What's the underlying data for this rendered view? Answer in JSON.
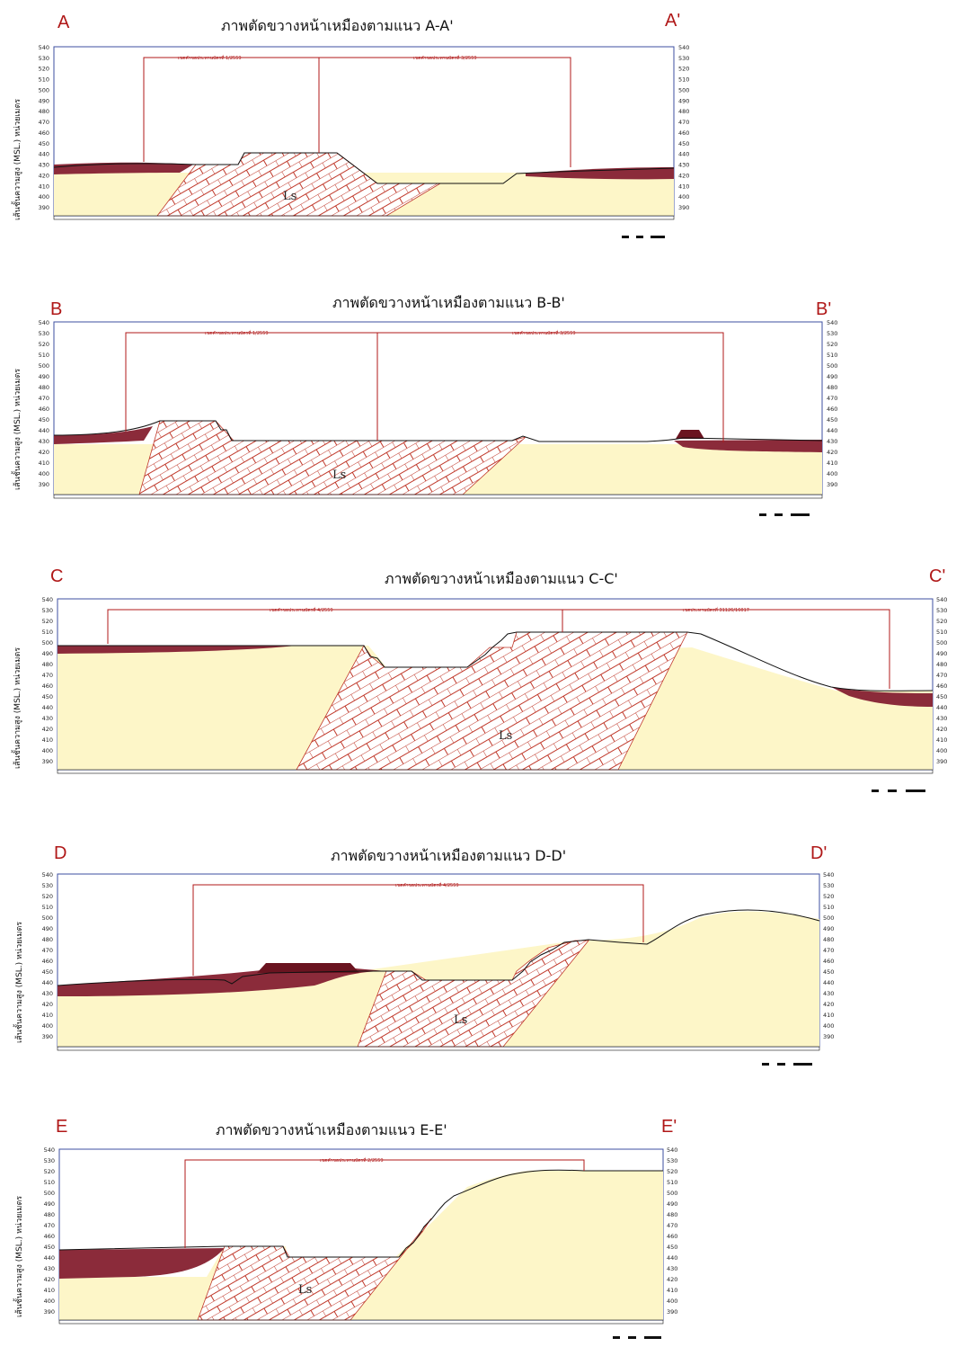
{
  "sections": [
    {
      "id": "A",
      "title": "ภาพตัดขวางหน้าเหมืองตามแนว A-A'",
      "start": "A",
      "end": "A'",
      "ylabel": "เส้นชั้นความสูง (MSL.) หน่วยเมตร",
      "ls": "Ls",
      "concessions": [
        "เขตคำขอประทานบัตรที่ 1/2559",
        "เขตคำขอประทานบัตรที่ 3/2559"
      ]
    },
    {
      "id": "B",
      "title": "ภาพตัดขวางหน้าเหมืองตามแนว B-B'",
      "start": "B",
      "end": "B'",
      "ylabel": "เส้นชั้นความสูง (MSL.) หน่วยเมตร",
      "ls": "Ls",
      "concessions": [
        "เขตคำขอประทานบัตรที่ 1/2559",
        "เขตคำขอประทานบัตรที่ 3/2559"
      ]
    },
    {
      "id": "C",
      "title": "ภาพตัดขวางหน้าเหมืองตามแนว C-C'",
      "start": "C",
      "end": "C'",
      "ylabel": "เส้นชั้นความสูง (MSL.) หน่วยเมตร",
      "ls": "Ls",
      "concessions": [
        "เขตคำขอประทานบัตรที่ 4/2559",
        "เขตประทานบัตรที่ 31126/16017"
      ]
    },
    {
      "id": "D",
      "title": "ภาพตัดขวางหน้าเหมืองตามแนว D-D'",
      "start": "D",
      "end": "D'",
      "ylabel": "เส้นชั้นความสูง (MSL.) หน่วยเมตร",
      "ls": "Ls",
      "concessions": [
        "เขตคำขอประทานบัตรที่ 4/2559"
      ]
    },
    {
      "id": "E",
      "title": "ภาพตัดขวางหน้าเหมืองตามแนว E-E'",
      "start": "E",
      "end": "E'",
      "ylabel": "เส้นชั้นความสูง (MSL.) หน่วยเมตร",
      "ls": "Ls",
      "concessions": [
        "เขตคำขอประทานบัตรที่ 2/2559"
      ]
    }
  ],
  "elevation_ticks": [
    540,
    530,
    520,
    510,
    500,
    490,
    480,
    470,
    460,
    450,
    440,
    430,
    420,
    410,
    400,
    390
  ],
  "colors": {
    "soil": "#8b2b3a",
    "soil_dark": "#6a1420",
    "base": "#fdf6c8",
    "limestone_hatch": "#c0392b",
    "limestone_bg": "#ffffff",
    "frame": "#3d4fa0",
    "boundary": "#b01818"
  }
}
